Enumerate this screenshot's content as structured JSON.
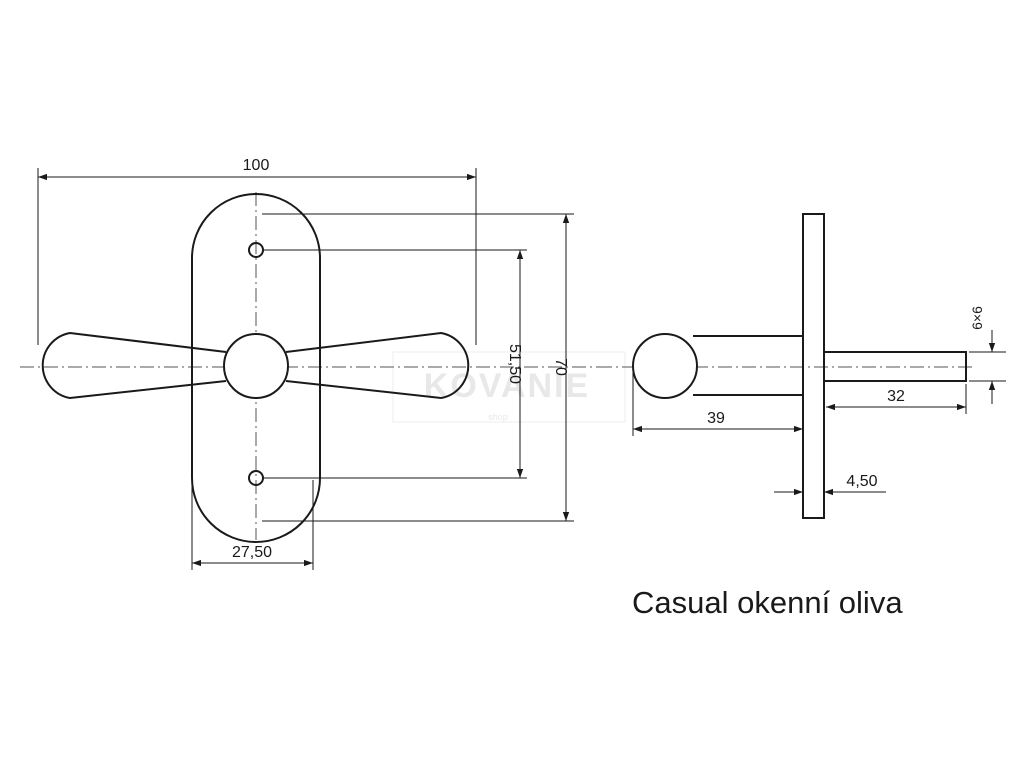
{
  "title": "Casual okenní oliva",
  "watermark": {
    "brand": "KOVANIE",
    "sub": "shop"
  },
  "dimensions": {
    "total_width": "100",
    "rosette_height": "70",
    "hole_spacing": "51,50",
    "rosette_width": "27,50",
    "projection": "39",
    "spindle_length": "32",
    "spindle_square": "6×6",
    "rosette_thickness": "4,50"
  }
}
